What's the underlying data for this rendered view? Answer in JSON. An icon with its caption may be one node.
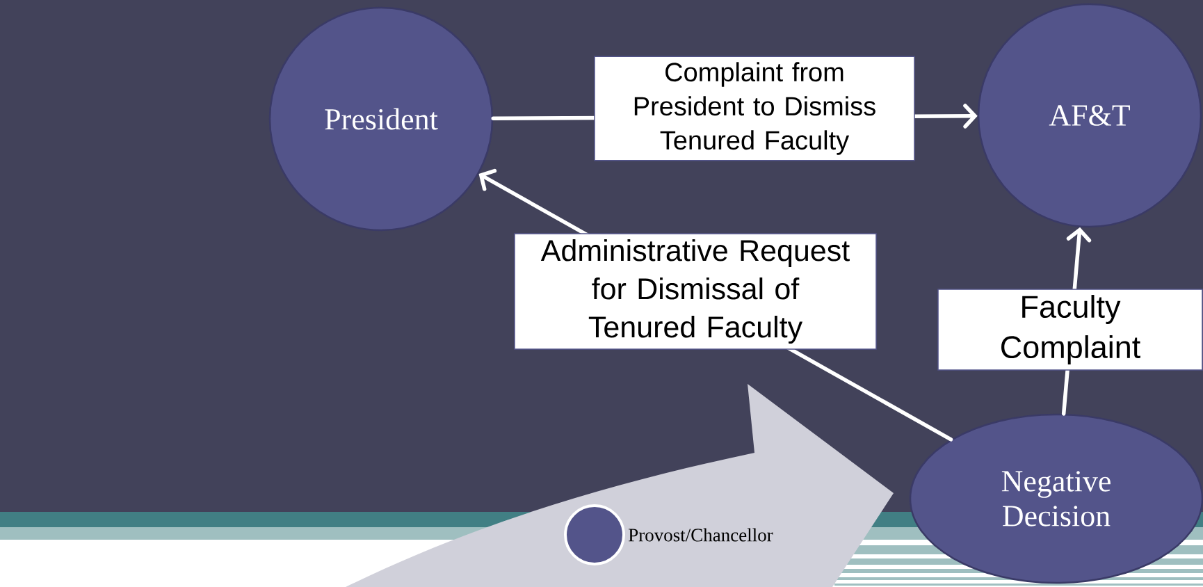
{
  "diagram": {
    "nodes": [
      {
        "text": [
          "President"
        ]
      },
      {
        "text": [
          "AF&T"
        ]
      },
      {
        "text": [
          "Negative Decision"
        ]
      },
      {
        "text": [],
        "shape": "circle",
        "beside": [
          "Provost/Chancellor"
        ]
      }
    ],
    "edges": [
      {
        "from": 0,
        "to": 1,
        "arrow": "to",
        "label": "Complaint from President to Dismiss Tenured Faculty"
      },
      {
        "from": 2,
        "to": 0,
        "arrow": "to",
        "label": "Administrative Request for Dismissal of Tenured Faculty"
      },
      {
        "from": 2,
        "to": 1,
        "arrow": "to",
        "label": "Faculty Complaint"
      }
    ]
  }
}
